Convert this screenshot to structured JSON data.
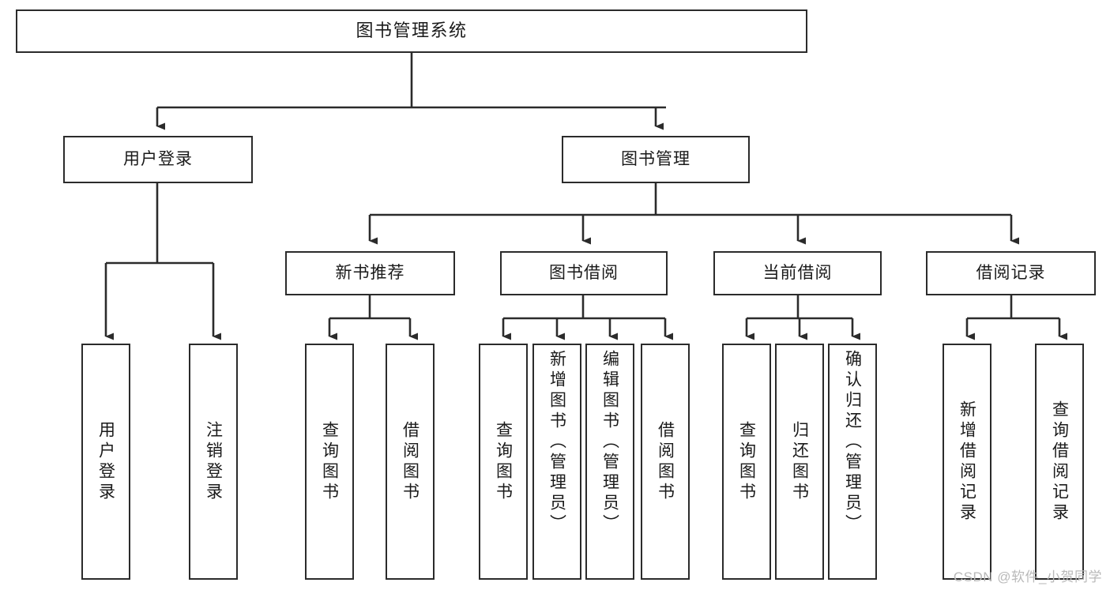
{
  "diagram": {
    "title": "图书管理系统",
    "type": "tree-hierarchy",
    "watermark": "CSDN @软件_小贺同学",
    "colors": {
      "stroke": "#2b2b2b",
      "fill": "#ffffff",
      "text": "#1a1a1a",
      "watermark": "#b9b9b9"
    },
    "root": {
      "label": "图书管理系统"
    },
    "level1": [
      {
        "label": "用户登录"
      },
      {
        "label": "图书管理"
      }
    ],
    "level2": [
      {
        "label": "新书推荐"
      },
      {
        "label": "图书借阅"
      },
      {
        "label": "当前借阅"
      },
      {
        "label": "借阅记录"
      }
    ],
    "leaves": {
      "user_login": [
        {
          "label": "用户登录"
        },
        {
          "label": "注销登录"
        }
      ],
      "new_book_recommend": [
        {
          "label": "查询图书"
        },
        {
          "label": "借阅图书"
        }
      ],
      "book_borrow": [
        {
          "label": "查询图书"
        },
        {
          "label": "新增图书（管理员）"
        },
        {
          "label": "编辑图书（管理员）"
        },
        {
          "label": "借阅图书"
        }
      ],
      "current_borrow": [
        {
          "label": "查询图书"
        },
        {
          "label": "归还图书"
        },
        {
          "label": "确认归还（管理员）"
        }
      ],
      "borrow_record": [
        {
          "label": "新增借阅记录"
        },
        {
          "label": "查询借阅记录"
        }
      ]
    }
  }
}
